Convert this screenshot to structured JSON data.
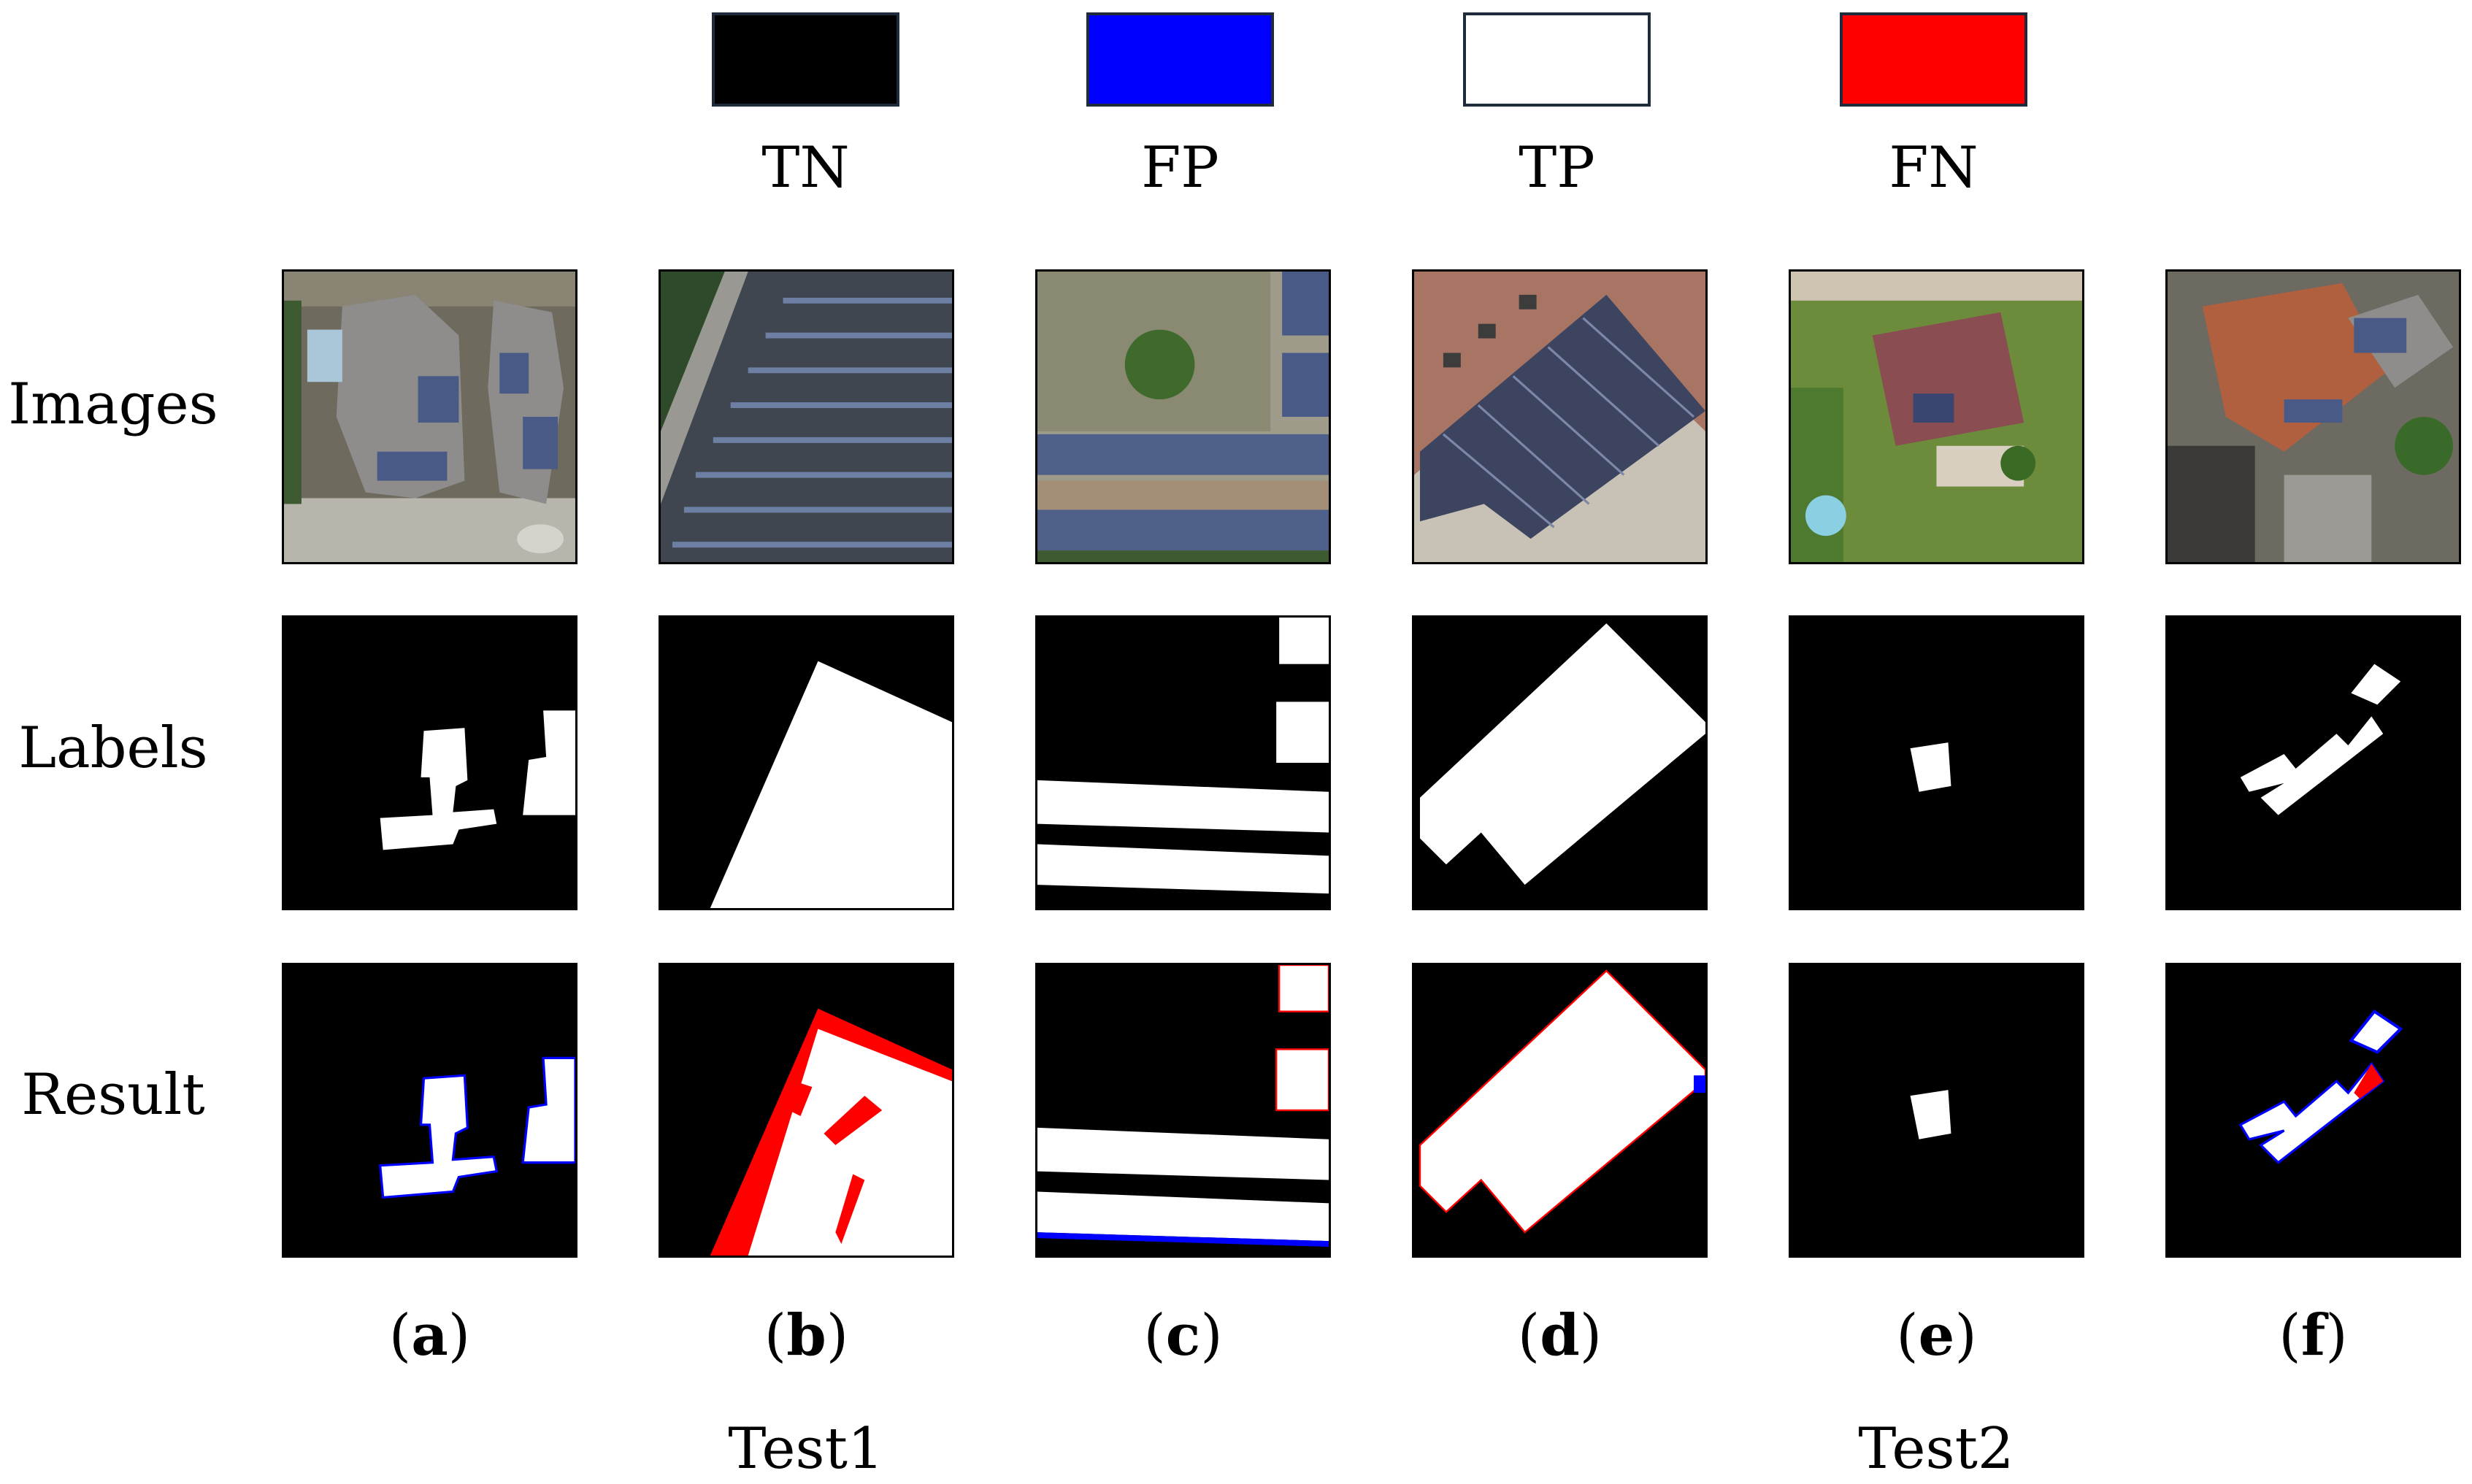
{
  "legend": [
    {
      "label": "TN",
      "color": "#000000"
    },
    {
      "label": "FP",
      "color": "#0000ff"
    },
    {
      "label": "TP",
      "color": "#ffffff"
    },
    {
      "label": "FN",
      "color": "#ff0000"
    }
  ],
  "rows": {
    "images": "Images",
    "labels": "Labels",
    "result": "Result"
  },
  "columns": [
    {
      "letter": "a"
    },
    {
      "letter": "b"
    },
    {
      "letter": "c"
    },
    {
      "letter": "d"
    },
    {
      "letter": "e"
    },
    {
      "letter": "f"
    }
  ],
  "groups": {
    "test1": "Test1",
    "test2": "Test2"
  },
  "colors": {
    "tn": "#000000",
    "fp": "#0000ff",
    "tp": "#ffffff",
    "fn": "#ff0000"
  }
}
